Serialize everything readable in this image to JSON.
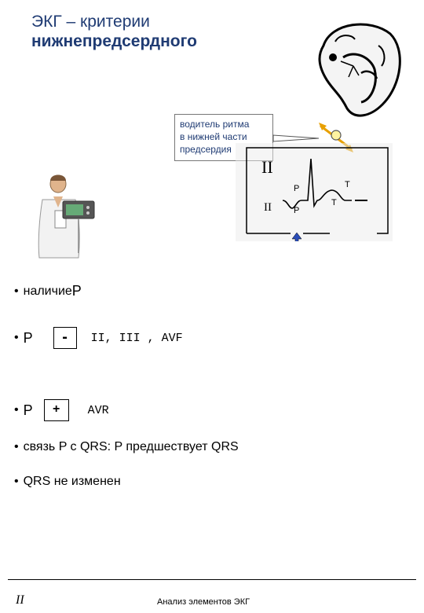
{
  "title": {
    "line1": "ЭКГ – критерии",
    "line2": "нижнепредсердного"
  },
  "callout": {
    "line1": "водитель ритма",
    "line2": "в нижней части",
    "line3": "предсердия"
  },
  "ecg": {
    "lead_big": "II",
    "lead_small": "II",
    "p_upper": "P",
    "p_lower": "P",
    "t_upper": "T",
    "t_lower": "T"
  },
  "bullets": {
    "b1_text": "наличие ",
    "b1_letter": "P",
    "b2_letter": "P",
    "b2_sign": "-",
    "b2_leads": "II, III , AVF",
    "b3_letter": "P",
    "b3_sign": "+",
    "b3_leads": "AVR",
    "b4_text": "связь P с QRS: P предшествует QRS",
    "b5_text": "QRS  не изменен"
  },
  "footer": {
    "left": "II",
    "center": "Анализ элементов ЭКГ"
  }
}
